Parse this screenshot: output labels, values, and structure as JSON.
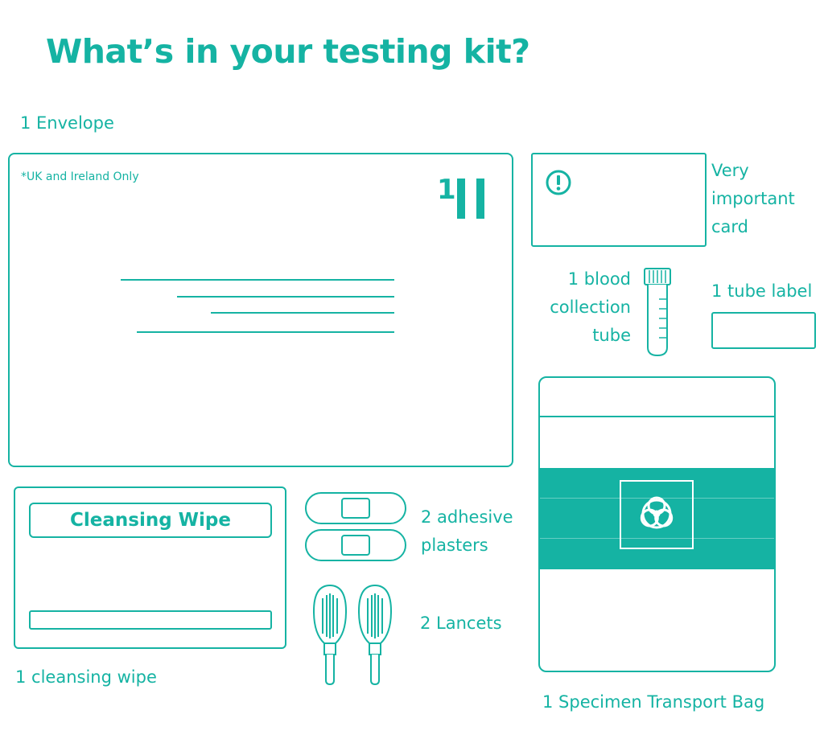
{
  "title": "What’s in your testing kit?",
  "items": {
    "envelope": {
      "label": "1 Envelope",
      "note": "*UK and Ireland Only",
      "stamp_number": "1"
    },
    "card": {
      "label_lines": [
        "Very",
        "important",
        "card"
      ]
    },
    "tube": {
      "label_lines": [
        "1 blood",
        "collection",
        "tube"
      ]
    },
    "tube_label": {
      "label": "1 tube label"
    },
    "wipe": {
      "box_title": "Cleansing Wipe",
      "label": "1  cleansing wipe"
    },
    "plasters": {
      "label_lines": [
        "2 adhesive",
        "plasters"
      ]
    },
    "lancets": {
      "label": "2 Lancets"
    },
    "bag": {
      "label": "1 Specimen Transport Bag"
    }
  },
  "colors": {
    "accent": "#15b3a3",
    "background": "#ffffff"
  }
}
